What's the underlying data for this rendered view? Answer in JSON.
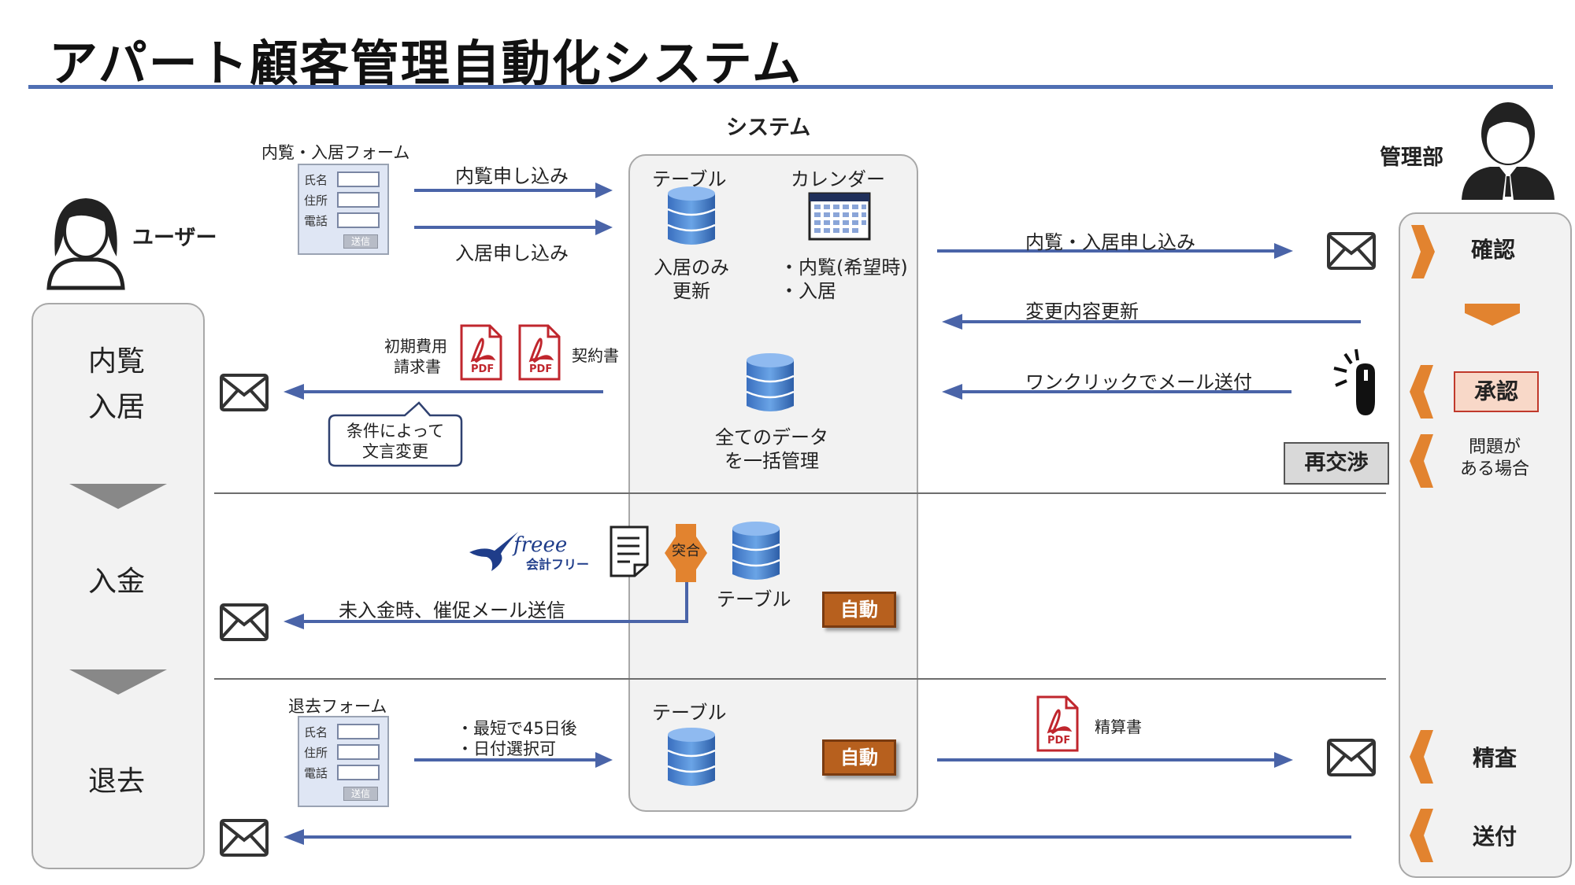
{
  "title": "アパート顧客管理自動化システム",
  "actors": {
    "user": "ユーザー",
    "system": "システム",
    "admin": "管理部"
  },
  "user_steps": {
    "step1_line1": "内覧",
    "step1_line2": "入居",
    "step2": "入金",
    "step3": "退去"
  },
  "form1": {
    "title": "内覧・入居フォーム",
    "fields": [
      "氏名",
      "住所",
      "電話"
    ],
    "submit": "送信"
  },
  "form2": {
    "title": "退去フォーム",
    "fields": [
      "氏名",
      "住所",
      "電話"
    ],
    "submit": "送信"
  },
  "flows": {
    "viewing_request": "内覧申し込み",
    "move_in_request": "入居申し込み",
    "viewing_movein_request": "内覧・入居申し込み",
    "change_update": "変更内容更新",
    "one_click_mail": "ワンクリックでメール送付",
    "initial_cost_line1": "初期費用",
    "initial_cost_line2": "請求書",
    "contract": "契約書",
    "condition_line1": "条件によって",
    "condition_line2": "文言変更",
    "unpaid_reminder": "未入金時、催促メール送信",
    "moveout_note1": "・最短で45日後",
    "moveout_note2": "・日付選択可",
    "settlement": "精算書"
  },
  "system": {
    "table1": "テーブル",
    "calendar": "カレンダー",
    "table1_note1": "入居のみ",
    "table1_note2": "更新",
    "calendar_note1": "・内覧(希望時)",
    "calendar_note2": "・入居",
    "all_data1": "全てのデータ",
    "all_data2": "を一括管理",
    "match": "突合",
    "table2": "テーブル",
    "table3": "テーブル",
    "auto1": "自動",
    "auto2": "自動",
    "freee1": "freee",
    "freee2": "会計フリー"
  },
  "admin_steps": {
    "confirm": "確認",
    "approve": "承認",
    "problem1": "問題が",
    "problem2": "ある場合",
    "renegotiate": "再交渉",
    "review": "精査",
    "send": "送付"
  },
  "pdf_label": "PDF",
  "colors": {
    "accent": "#4f6fb3",
    "arrow": "#4a64a8",
    "orange": "#e2832f",
    "tag": "#b7601e",
    "approve_bg": "#f8d8c8",
    "approve_border": "#c0392b"
  }
}
